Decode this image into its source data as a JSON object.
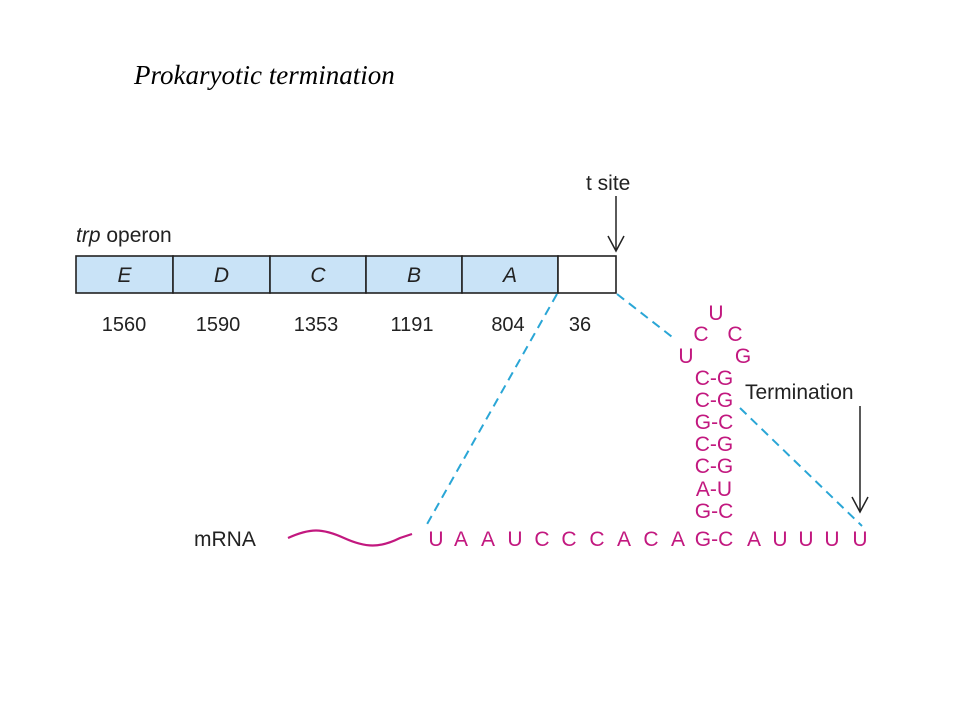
{
  "title": "Prokaryotic termination",
  "operon": {
    "name_italic": "trp",
    "name_rest": " operon",
    "genes": [
      {
        "label": "E",
        "length": "1560"
      },
      {
        "label": "D",
        "length": "1590"
      },
      {
        "label": "C",
        "length": "1353"
      },
      {
        "label": "B",
        "length": "1191"
      },
      {
        "label": "A",
        "length": "804"
      },
      {
        "label": "",
        "length": "36"
      }
    ],
    "t_site_label": "t site"
  },
  "mrna": {
    "label": "mRNA",
    "bases": [
      "U",
      "A",
      "A",
      "U",
      "C",
      "C",
      "C",
      "A",
      "C",
      "A",
      "G-C",
      "A",
      "U",
      "U",
      "U",
      "U"
    ],
    "stem_pairs": [
      "C-G",
      "C-G",
      "G-C",
      "C-G",
      "C-G",
      "A-U",
      "G-C"
    ],
    "loop": [
      "U",
      "C",
      "U",
      "C",
      "G"
    ],
    "termination_label": "Termination"
  },
  "colors": {
    "gene_fill": "#c9e3f7",
    "rna": "#c2187f",
    "dashed": "#2aa6d6",
    "line": "#222222"
  }
}
